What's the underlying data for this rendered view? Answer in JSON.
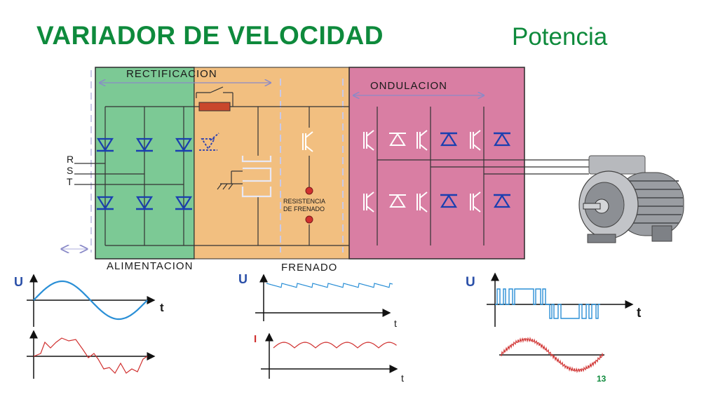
{
  "title": "VARIADOR DE VELOCIDAD",
  "subtitle": "Potencia",
  "page_number": "13",
  "sections": {
    "rectification": "RECTIFICACION",
    "inversion": "ONDULACION",
    "supply": "ALIMENTACION",
    "braking": "FRENADO",
    "brake_resistor_line1": "RESISTENCIA",
    "brake_resistor_line2": "DE FRENADO"
  },
  "phases": [
    "R",
    "S",
    "T"
  ],
  "waveforms": {
    "input_voltage_label": "U",
    "input_time_label": "t",
    "dc_voltage_label": "U",
    "dc_voltage_time_label": "t",
    "dc_current_label": "I",
    "dc_current_time_label": "t",
    "output_voltage_label": "U",
    "output_time_label": "t"
  },
  "colors": {
    "title": "#0e8a3c",
    "rectifier_block": "#7cc995",
    "dc_block": "#f2bf80",
    "inverter_block": "#d97ea3",
    "diode": "#1a3fb0",
    "wave_blue": "#2a8fd6",
    "wave_red": "#d0302f"
  }
}
